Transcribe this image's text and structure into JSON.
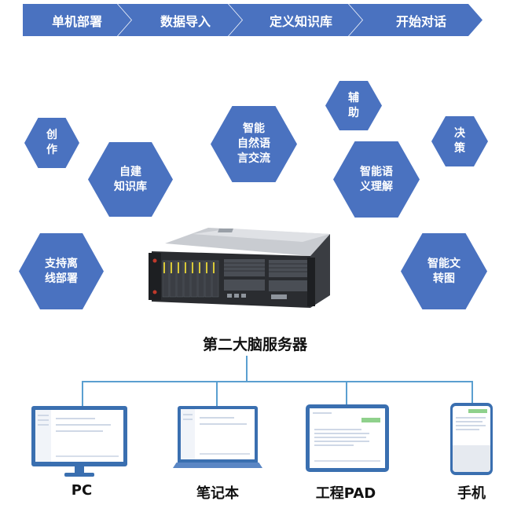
{
  "steps": [
    {
      "label": "单机部署"
    },
    {
      "label": "数据导入"
    },
    {
      "label": "定义知识库"
    },
    {
      "label": "开始对话"
    }
  ],
  "capabilities": [
    {
      "label": "创\n作"
    },
    {
      "label": "自建\n知识库"
    },
    {
      "label": "智能\n自然语\n言交流"
    },
    {
      "label": "辅\n助"
    },
    {
      "label": "智能语\n义理解"
    },
    {
      "label": "决\n策"
    },
    {
      "label": "支持离\n线部署"
    },
    {
      "label": "智能文\n转图"
    }
  ],
  "server": {
    "label": "第二大脑服务器"
  },
  "devices": [
    {
      "label": "PC"
    },
    {
      "label": "笔记本"
    },
    {
      "label": "工程PAD"
    },
    {
      "label": "手机"
    }
  ],
  "colors": {
    "hex": "#4a72c0",
    "connector": "#5a9fd0"
  }
}
